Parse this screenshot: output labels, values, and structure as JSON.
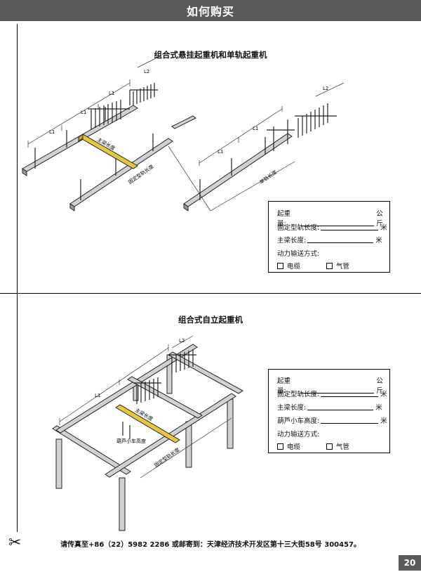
{
  "header": {
    "title": "如何购买"
  },
  "section1": {
    "title": "组合式悬挂起重机和单轨起重机",
    "labels": {
      "L1": "L1",
      "L2": "L2",
      "bridge": "主梁长度",
      "runway": "固定型轨长度",
      "mono": "单轨长度"
    },
    "form": {
      "capacity": "起重量:",
      "capacity_unit": "公斤",
      "runway_length": "固定型轨长度:",
      "runway_unit": "米",
      "bridge_length": "主梁长度:",
      "bridge_unit": "米",
      "power": "动力输送方式:",
      "opt_cable": "电缆",
      "opt_air": "气管"
    }
  },
  "section2": {
    "title": "组合式自立起重机",
    "labels": {
      "L1": "L1",
      "L2": "L2",
      "bridge": "主梁长度",
      "runway": "固定型轨长度",
      "hoist": "葫芦小车高度"
    },
    "form": {
      "capacity": "起重量:",
      "capacity_unit": "公斤",
      "runway_length": "固定型轨长度:",
      "runway_unit": "米",
      "bridge_length": "主梁长度:",
      "bridge_unit": "米",
      "hoist_height": "葫芦小车高度:",
      "hoist_unit": "米",
      "power": "动力输送方式:",
      "opt_cable": "电缆",
      "opt_air": "气管"
    }
  },
  "footer": {
    "text": "请传真至+86（22）5982 2286 或邮寄到：天津经济技术开发区第十三大街58号 300457。"
  },
  "page_number": "20",
  "colors": {
    "header_bg": "#58595b",
    "bridge_yellow": "#e8c640",
    "rail_gray": "#cfd2d4"
  }
}
